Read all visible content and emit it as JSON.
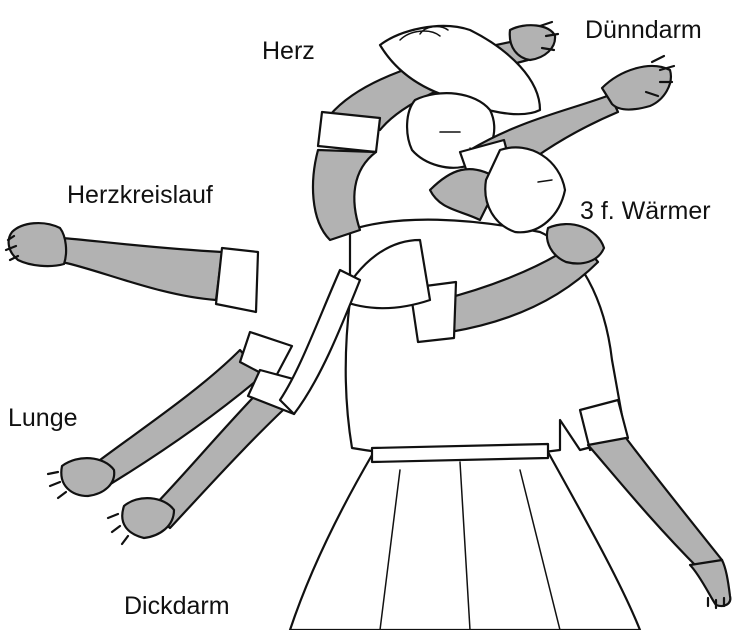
{
  "labels": {
    "herz": "Herz",
    "duenndarm": "Dünndarm",
    "herzkreislauf": "Herzkreislauf",
    "waermer": "3 f. Wärmer",
    "lunge": "Lunge",
    "dickdarm": "Dickdarm"
  },
  "colors": {
    "skin": "#b2b2b2",
    "outline": "#111111",
    "garment": "#ffffff"
  }
}
